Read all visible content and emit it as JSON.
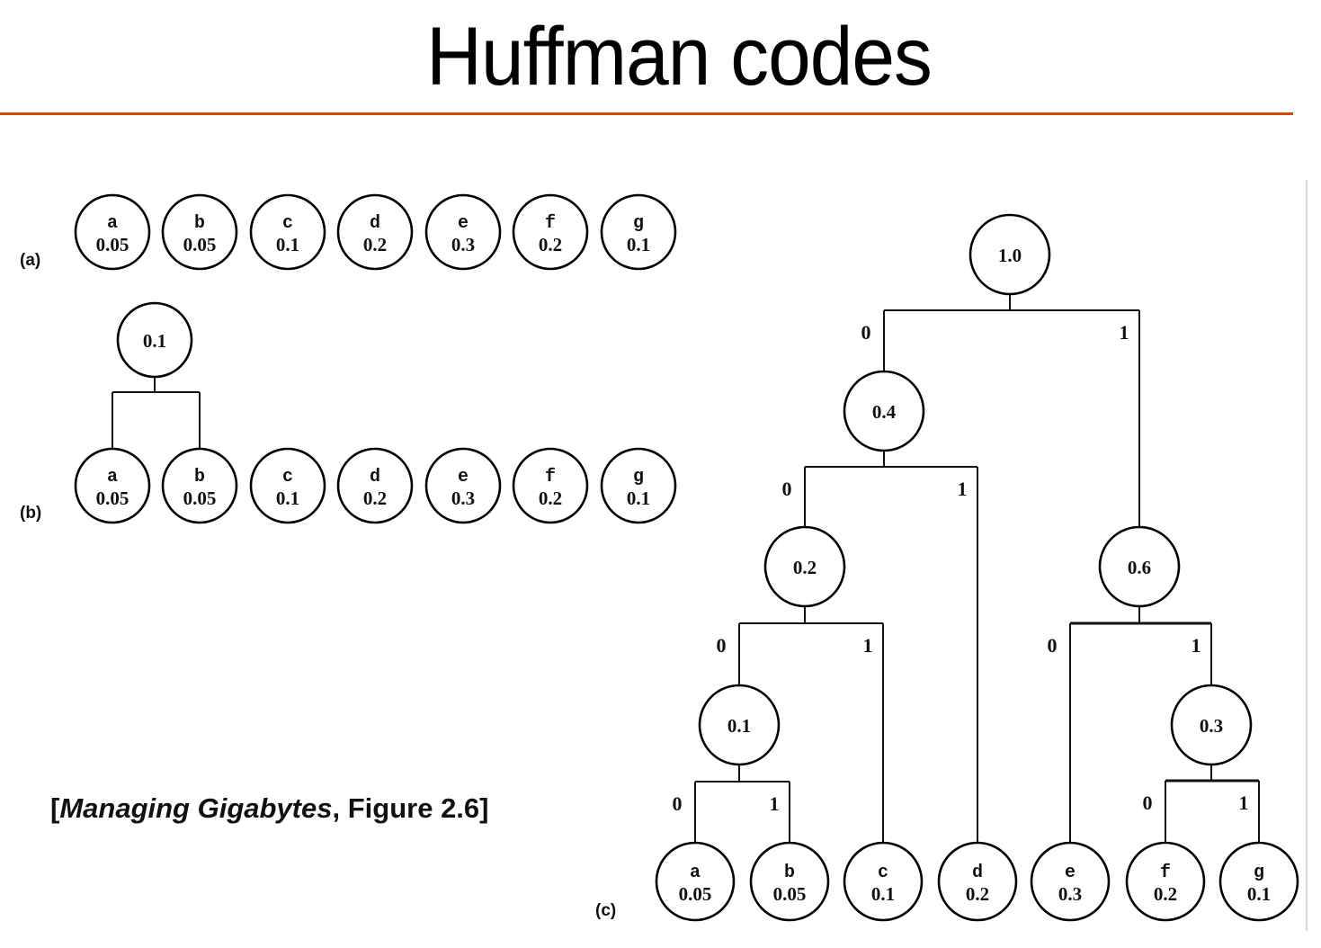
{
  "title": "Huffman codes",
  "caption": {
    "prefix": "[",
    "book": "Managing Gigabytes",
    "suffix": ", Figure 2.6]"
  },
  "panels": {
    "a": {
      "label": "(a)",
      "nodes": [
        {
          "symbol": "a",
          "prob": "0.05"
        },
        {
          "symbol": "b",
          "prob": "0.05"
        },
        {
          "symbol": "c",
          "prob": "0.1"
        },
        {
          "symbol": "d",
          "prob": "0.2"
        },
        {
          "symbol": "e",
          "prob": "0.3"
        },
        {
          "symbol": "f",
          "prob": "0.2"
        },
        {
          "symbol": "g",
          "prob": "0.1"
        }
      ]
    },
    "b": {
      "label": "(b)",
      "merged": {
        "prob": "0.1",
        "children": [
          "a",
          "b"
        ]
      },
      "nodes": [
        {
          "symbol": "a",
          "prob": "0.05"
        },
        {
          "symbol": "b",
          "prob": "0.05"
        },
        {
          "symbol": "c",
          "prob": "0.1"
        },
        {
          "symbol": "d",
          "prob": "0.2"
        },
        {
          "symbol": "e",
          "prob": "0.3"
        },
        {
          "symbol": "f",
          "prob": "0.2"
        },
        {
          "symbol": "g",
          "prob": "0.1"
        }
      ]
    },
    "c": {
      "label": "(c)",
      "leaves": [
        {
          "id": "a",
          "symbol": "a",
          "prob": "0.05"
        },
        {
          "id": "b",
          "symbol": "b",
          "prob": "0.05"
        },
        {
          "id": "c",
          "symbol": "c",
          "prob": "0.1"
        },
        {
          "id": "d",
          "symbol": "d",
          "prob": "0.2"
        },
        {
          "id": "e",
          "symbol": "e",
          "prob": "0.3"
        },
        {
          "id": "f",
          "symbol": "f",
          "prob": "0.2"
        },
        {
          "id": "g",
          "symbol": "g",
          "prob": "0.1"
        }
      ],
      "internal": [
        {
          "id": "n10",
          "prob": "1.0",
          "zero": "n04",
          "one": "n06"
        },
        {
          "id": "n04",
          "prob": "0.4",
          "zero": "n02",
          "one": "d"
        },
        {
          "id": "n02",
          "prob": "0.2",
          "zero": "n01",
          "one": "c"
        },
        {
          "id": "n01",
          "prob": "0.1",
          "zero": "a",
          "one": "b"
        },
        {
          "id": "n06",
          "prob": "0.6",
          "zero": "e",
          "one": "n03"
        },
        {
          "id": "n03",
          "prob": "0.3",
          "zero": "f",
          "one": "g"
        }
      ],
      "bit_labels": {
        "zero": "0",
        "one": "1"
      }
    }
  }
}
